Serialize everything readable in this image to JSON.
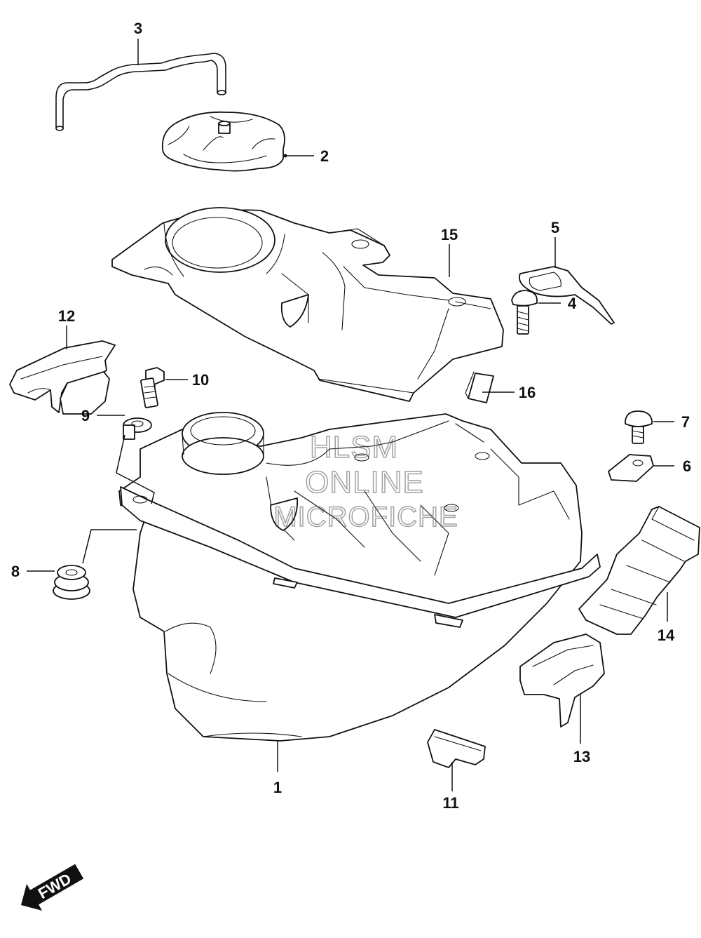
{
  "callouts": {
    "c1": "1",
    "c2": "2",
    "c3": "3",
    "c4": "4",
    "c5": "5",
    "c6": "6",
    "c7": "7",
    "c8": "8",
    "c9": "9",
    "c10": "10",
    "c11": "11",
    "c12": "12",
    "c13": "13",
    "c14": "14",
    "c15": "15",
    "c16": "16"
  },
  "watermark": {
    "line1": "HLSM",
    "line2": "ONLINE",
    "line3": "MICROFICHE"
  },
  "fwd_label": "FWD"
}
